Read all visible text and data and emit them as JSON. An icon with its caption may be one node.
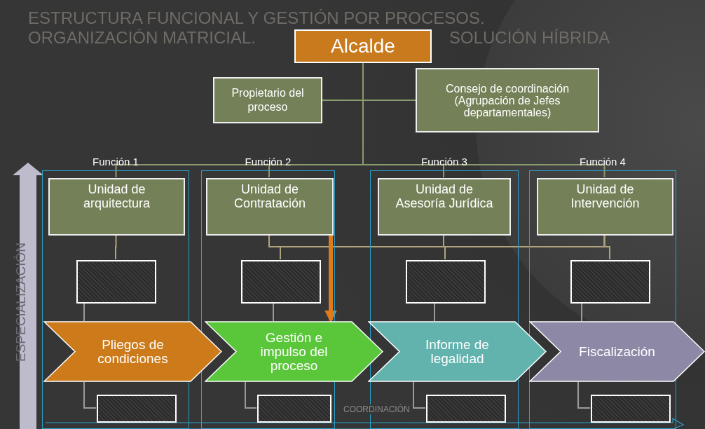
{
  "diagram": {
    "title": "ESTRUCTURA FUNCIONAL Y GESTIÓN POR PROCESOS. ORGANIZACIÓN MATRICIAL.",
    "nodes": [
      {
        "text": [
          "Alcalde"
        ]
      },
      {
        "text": [
          "Propietario del proceso"
        ]
      },
      {
        "text": [
          "Consejo de coordinación (Agrupación de Jefes departamentales)"
        ]
      },
      {
        "text": [
          "Función 1"
        ]
      },
      {
        "text": [
          "Función 2"
        ]
      },
      {
        "text": [
          "Función 3"
        ]
      },
      {
        "text": [
          "Función 4"
        ]
      },
      {
        "text": [
          "Unidad de arquitectura"
        ],
        "in": 3
      },
      {
        "text": [
          "Unidad de Contratación"
        ],
        "in": 4
      },
      {
        "text": [
          "Unidad de Asesoría Jurídica"
        ],
        "in": 5
      },
      {
        "text": [
          "Unidad de Intervención"
        ],
        "in": 6
      },
      {
        "text": [],
        "shape": "box",
        "in": 3
      },
      {
        "text": [],
        "shape": "box",
        "in": 4
      },
      {
        "text": [],
        "shape": "box",
        "in": 5
      },
      {
        "text": [],
        "shape": "box",
        "in": 6
      },
      {
        "text": [
          "Pliegos de condiciones"
        ]
      },
      {
        "text": [
          "Gestión e impulso del proceso"
        ]
      },
      {
        "text": [
          "Informe de legalidad"
        ]
      },
      {
        "text": [
          "Fiscalización"
        ]
      },
      {
        "text": [],
        "shape": "box",
        "in": 3
      },
      {
        "text": [],
        "shape": "box",
        "in": 4
      },
      {
        "text": [],
        "shape": "box",
        "in": 5
      },
      {
        "text": [],
        "shape": "box",
        "in": 6
      }
    ],
    "edges": [
      {
        "from": 0,
        "to": 1,
        "arrow": "none"
      },
      {
        "from": 0,
        "to": 2,
        "arrow": "none"
      },
      {
        "from": 0,
        "to": 7,
        "arrow": "none"
      },
      {
        "from": 0,
        "to": 8,
        "arrow": "none"
      },
      {
        "from": 0,
        "to": 9,
        "arrow": "none"
      },
      {
        "from": 0,
        "to": 10,
        "arrow": "none"
      },
      {
        "from": 7,
        "to": 11,
        "arrow": "none"
      },
      {
        "from": 8,
        "to": 12,
        "arrow": "none"
      },
      {
        "from": 8,
        "to": 13,
        "arrow": "none"
      },
      {
        "from": 8,
        "to": 14,
        "arrow": "none"
      },
      {
        "from": 9,
        "to": 12,
        "arrow": "none"
      },
      {
        "from": 9,
        "to": 13,
        "arrow": "none"
      },
      {
        "from": 9,
        "to": 14,
        "arrow": "none"
      },
      {
        "from": 10,
        "to": 12,
        "arrow": "none"
      },
      {
        "from": 10,
        "to": 13,
        "arrow": "none"
      },
      {
        "from": 10,
        "to": 14,
        "arrow": "none"
      },
      {
        "from": 11,
        "to": 15,
        "arrow": "none"
      },
      {
        "from": 12,
        "to": 16,
        "arrow": "none"
      },
      {
        "from": 13,
        "to": 17,
        "arrow": "none"
      },
      {
        "from": 14,
        "to": 18,
        "arrow": "none"
      },
      {
        "from": 15,
        "to": 19,
        "arrow": "none"
      },
      {
        "from": 16,
        "to": 20,
        "arrow": "none"
      },
      {
        "from": 17,
        "to": 21,
        "arrow": "none"
      },
      {
        "from": 18,
        "to": 22,
        "arrow": "none"
      },
      {
        "from": 8,
        "to": 16,
        "arrow": "to",
        "style": "thick",
        "color": "#e07a1a"
      }
    ],
    "labels": [
      "SOLUCIÓN HÍBRIDA",
      "ESPECIALIZACIÓN",
      "COORDINACIÓN"
    ]
  }
}
